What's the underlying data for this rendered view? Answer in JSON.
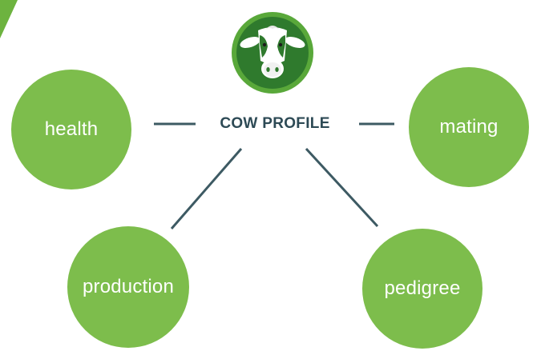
{
  "diagram": {
    "center_label": "COW PROFILE",
    "nodes": [
      {
        "id": "health",
        "label": "health"
      },
      {
        "id": "mating",
        "label": "mating"
      },
      {
        "id": "production",
        "label": "production"
      },
      {
        "id": "pedigree",
        "label": "pedigree"
      }
    ],
    "logo_icon": "cow-head-icon"
  },
  "colors": {
    "node_fill": "#7dbd4c",
    "node_text": "#ffffff",
    "connector": "#3d5a63",
    "title_text": "#2d4a55",
    "logo_ring": "#59a83a",
    "logo_fill": "#2f7a2d",
    "accent": "#6db33f"
  }
}
